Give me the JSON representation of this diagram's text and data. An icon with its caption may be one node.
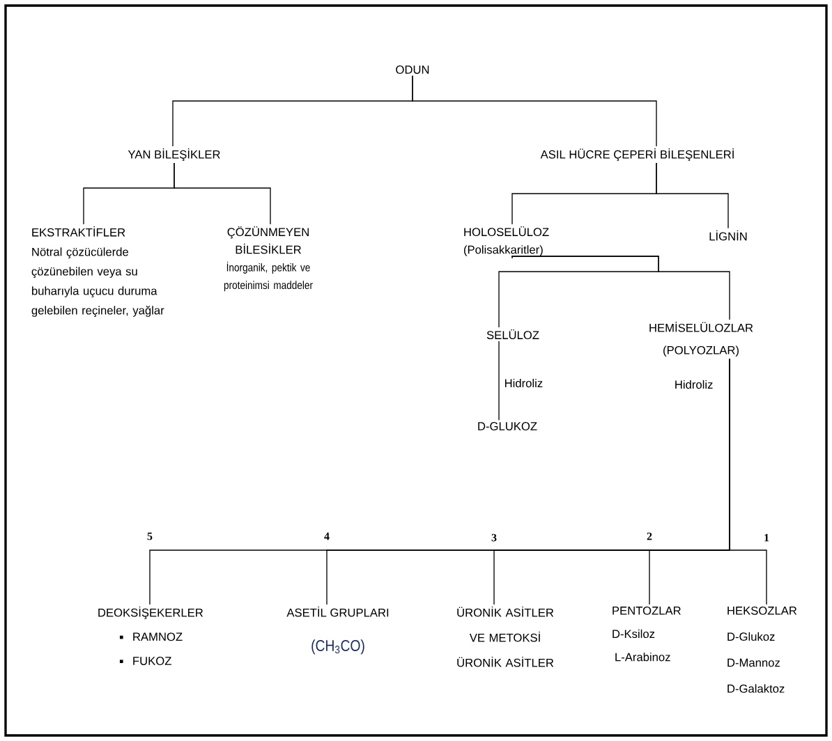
{
  "diagram": {
    "nodes": [
      {
        "text": [
          "ODUN"
        ]
      },
      {
        "text": [
          "YAN BİLEŞİKLER"
        ]
      },
      {
        "text": [
          "ASIL HÜCRE ÇEPERİ BİLEŞENLERİ"
        ]
      },
      {
        "text": [
          "EKSTRAKTİFLER",
          "Nötral çözücülerde çözünebilen veya su buharıyla uçucu duruma gelebilen reçineler, yağlar"
        ]
      },
      {
        "text": [
          "ÇÖZÜNMEYEN BİLESİKLER",
          "İnorganik, pektik ve proteinimsi maddeler"
        ]
      },
      {
        "text": [
          "HOLOSELÜLOZ",
          "(Polisakkaritler)"
        ]
      },
      {
        "text": [
          "LİGNİN"
        ]
      },
      {
        "text": [
          "SELÜLOZ"
        ]
      },
      {
        "text": [
          "HEMİSELÜLOZLAR",
          "(POLYOZLAR)"
        ]
      },
      {
        "text": [
          "D-GLUKOZ"
        ]
      },
      {
        "text": [
          "DEOKSİŞEKERLER",
          "RAMNOZ",
          "FUKOZ"
        ]
      },
      {
        "text": [
          "ASETİL GRUPLARI",
          "(CH$_{3}$CO)"
        ]
      },
      {
        "text": [
          "ÜRONİK ASİTLER VE METOKSİ ÜRONİK ASİTLER"
        ]
      },
      {
        "text": [
          "PENTOZLAR",
          "D-Ksiloz",
          "L-Arabinoz"
        ]
      },
      {
        "text": [
          "HEKSOZLAR",
          "D-Glukoz",
          "D-Mannoz",
          "D-Galaktoz"
        ]
      }
    ],
    "edges": [
      {
        "from": 0,
        "to": 1,
        "arrow": "none"
      },
      {
        "from": 0,
        "to": 2,
        "arrow": "none"
      },
      {
        "from": 1,
        "to": 3,
        "arrow": "none"
      },
      {
        "from": 1,
        "to": 4,
        "arrow": "none"
      },
      {
        "from": 2,
        "to": 5,
        "arrow": "none"
      },
      {
        "from": 2,
        "to": 6,
        "arrow": "none"
      },
      {
        "from": 5,
        "to": 7,
        "arrow": "none"
      },
      {
        "from": 5,
        "to": 8,
        "arrow": "none"
      },
      {
        "from": 7,
        "to": 9,
        "arrow": "none",
        "label": "Hidroliz"
      },
      {
        "from": 8,
        "to": 14,
        "arrow": "none",
        "label": "Hidroliz"
      },
      {
        "from": 8,
        "to": 13,
        "arrow": "none"
      },
      {
        "from": 8,
        "to": 12,
        "arrow": "none"
      },
      {
        "from": 8,
        "to": 11,
        "arrow": "none"
      },
      {
        "from": 8,
        "to": 10,
        "arrow": "none"
      }
    ],
    "labels": [
      "5",
      "4",
      "3",
      "2",
      "1"
    ]
  }
}
